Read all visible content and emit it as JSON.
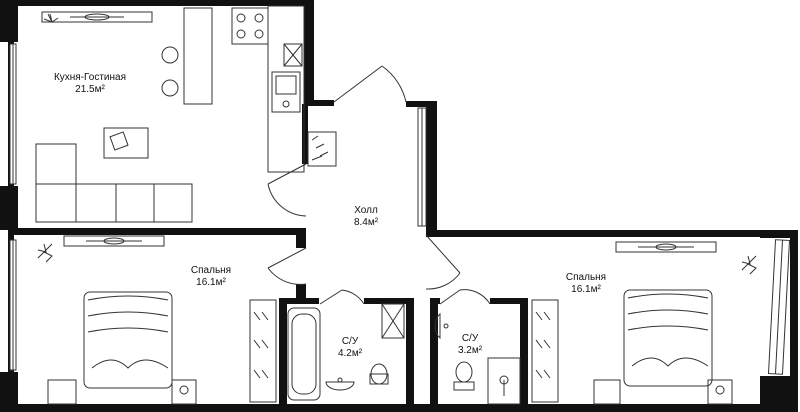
{
  "plan": {
    "rooms": [
      {
        "key": "kitchen",
        "name": "Кухня-Гостиная",
        "area": "21.5м²"
      },
      {
        "key": "hall",
        "name": "Холл",
        "area": "8.4м²"
      },
      {
        "key": "bedroom_left",
        "name": "Спальня",
        "area": "16.1м²"
      },
      {
        "key": "bath_1",
        "name": "С/У",
        "area": "4.2м²"
      },
      {
        "key": "bath_2",
        "name": "С/У",
        "area": "3.2м²"
      },
      {
        "key": "bedroom_right",
        "name": "Спальня",
        "area": "16.1м²"
      }
    ],
    "icons": [
      "stove-icon",
      "sink-icon",
      "sofa-icon",
      "bed-icon",
      "plant-icon",
      "toilet-icon",
      "bathtub-icon",
      "shower-icon",
      "tv-icon",
      "ac-unit-icon",
      "stool-icon",
      "wardrobe-icon",
      "door-icon"
    ],
    "colors": {
      "wall": "#111111",
      "line": "#333333",
      "background": "#ffffff"
    }
  }
}
